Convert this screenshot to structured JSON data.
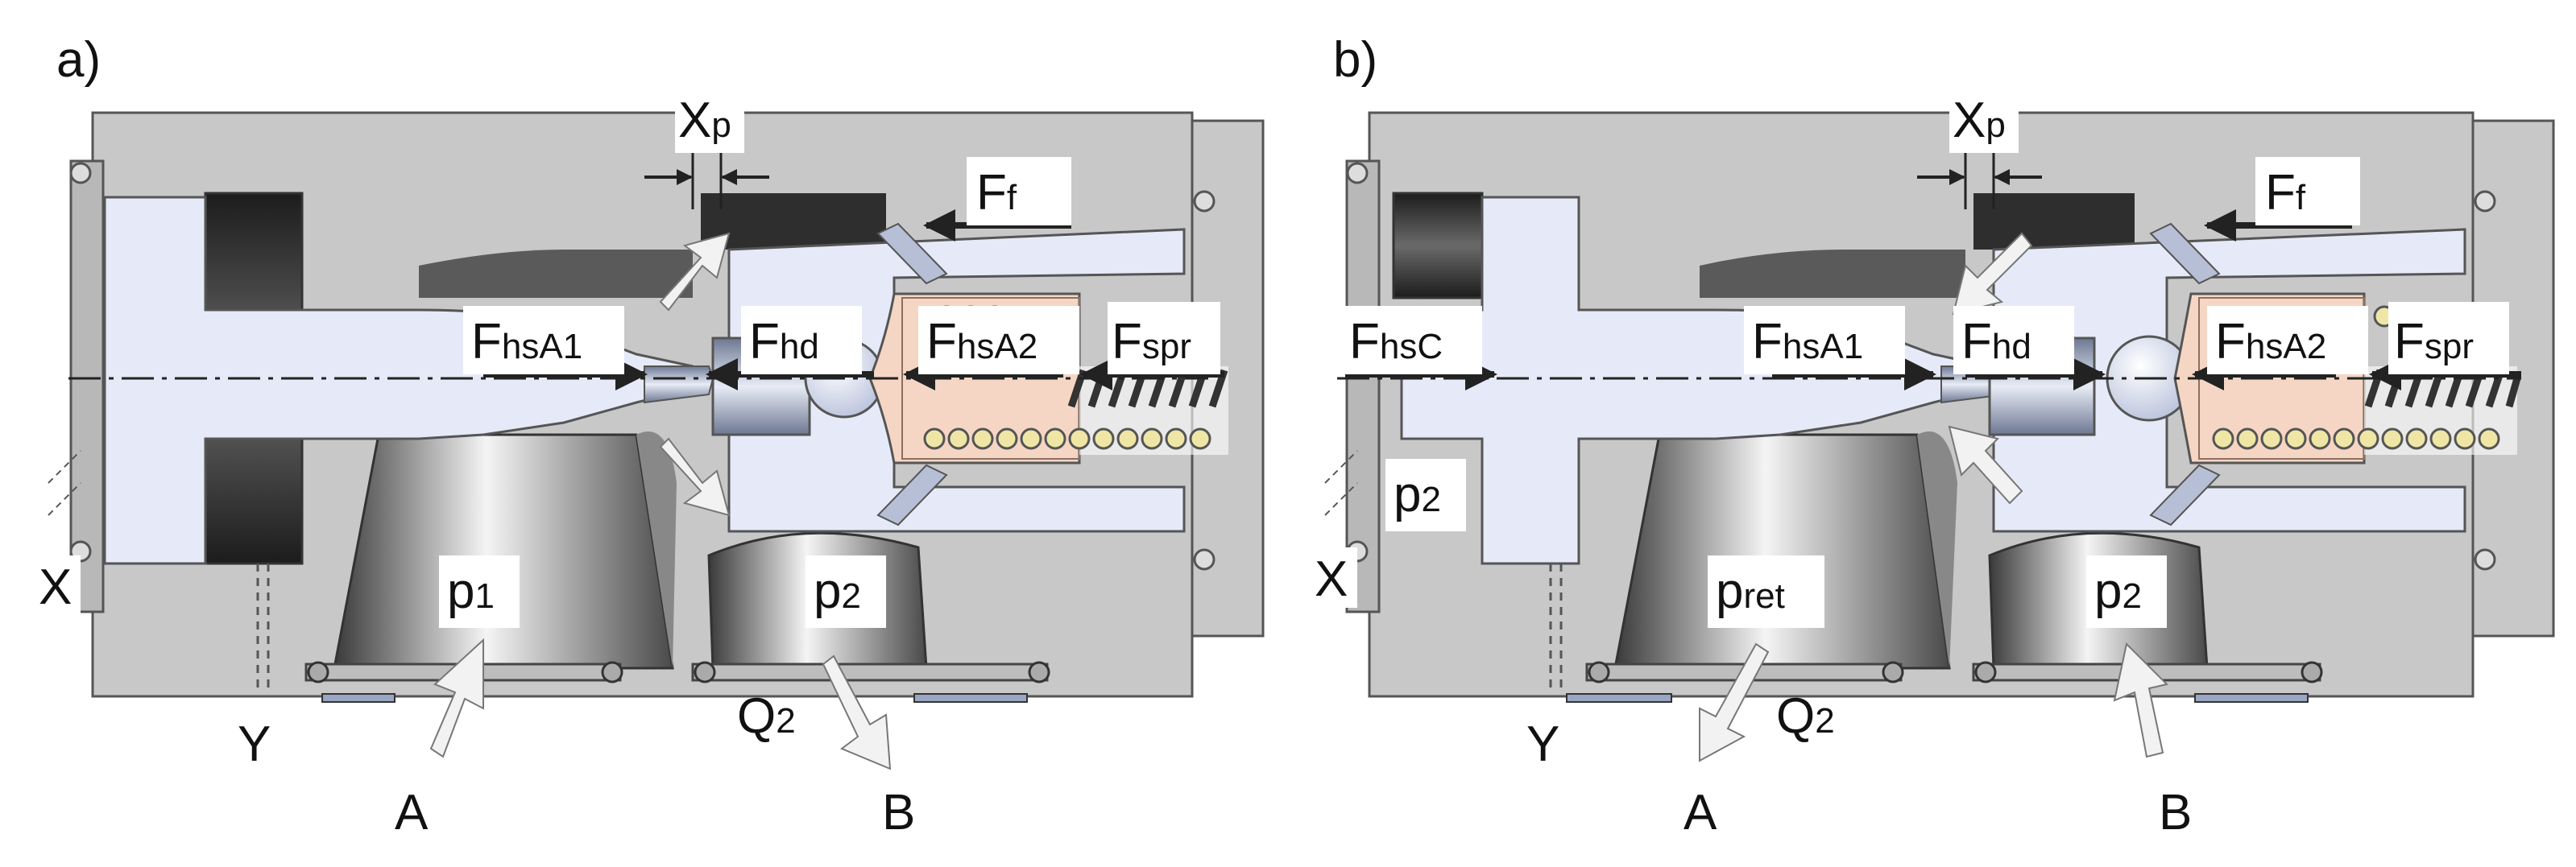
{
  "panels": [
    {
      "id": "a",
      "panel_label": "a)",
      "labels": {
        "xp": "X",
        "xp_sub": "p",
        "ff": "F",
        "ff_sub": "f",
        "fhsa1": "F",
        "fhsa1_sub": "hsA1",
        "fhd": "F",
        "fhd_sub": "hd",
        "fhsa2": "F",
        "fhsa2_sub": "hsA2",
        "fspr": "F",
        "fspr_sub": "spr",
        "p1": "p",
        "p1_sub": "1",
        "p2": "p",
        "p2_sub": "2",
        "q": "Q",
        "q_sub": "2",
        "port_x": "X",
        "port_y": "Y",
        "port_a": "A",
        "port_b": "B"
      }
    },
    {
      "id": "b",
      "panel_label": "b)",
      "labels": {
        "xp": "X",
        "xp_sub": "p",
        "ff": "F",
        "ff_sub": "f",
        "fhsc": "F",
        "fhsc_sub": "hsC",
        "fhsa1": "F",
        "fhsa1_sub": "hsA1",
        "fhd": "F",
        "fhd_sub": "hd",
        "fhsa2": "F",
        "fhsa2_sub": "hsA2",
        "fspr": "F",
        "fspr_sub": "spr",
        "p2_left": "p",
        "p2_left_sub": "2",
        "pret": "p",
        "pret_sub": "ret",
        "p2": "p",
        "p2_sub": "2",
        "q": "Q",
        "q_sub": "2",
        "port_x": "X",
        "port_y": "Y",
        "port_a": "A",
        "port_b": "B"
      }
    }
  ],
  "colors": {
    "body_gray": "#c8c8c8",
    "body_edge": "#555555",
    "spool_blue": "#e6eaf8",
    "poppet_pink": "#f5d6c4",
    "spring_yellow": "#efe6a6",
    "dark_bore": "#2e2e2e",
    "arrow_fill": "#f2f2f2"
  }
}
